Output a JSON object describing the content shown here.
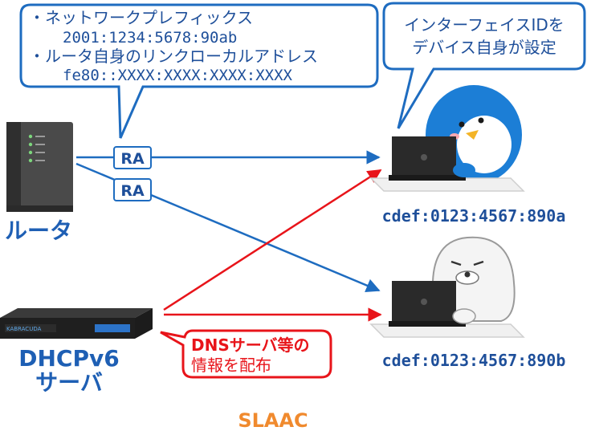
{
  "prefix_bubble": {
    "line1": "・ネットワークプレフィックス",
    "line2": "2001:1234:5678:90ab",
    "line3": "・ルータ自身のリンクローカルアドレス",
    "line4": "fe80::XXXX:XXXX:XXXX:XXXX"
  },
  "iid_bubble": {
    "line1": "インターフェイスIDを",
    "line2": "デバイス自身が設定"
  },
  "dns_bubble": {
    "line1": "DNSサーバ等の",
    "line2": "情報を配布"
  },
  "router": {
    "label": "ルータ"
  },
  "dhcp_server": {
    "label_line1": "DHCPv6",
    "label_line2": "サーバ",
    "brand": "KABRACUDA"
  },
  "ra_labels": {
    "top": "RA",
    "bottom": "RA"
  },
  "hosts": {
    "penguin_address": "cdef:0123:4567:890a",
    "seal_address": "cdef:0123:4567:890b"
  },
  "footer": {
    "title": "SLAAC"
  },
  "colors": {
    "ra_line": "#1e6cc0",
    "dhcp_line": "#e8141a",
    "bubble_border": "#1e6cc0",
    "dns_border": "#e8141a",
    "slaac_orange": "#f08a2e",
    "label_blue": "#1e5fb4"
  }
}
